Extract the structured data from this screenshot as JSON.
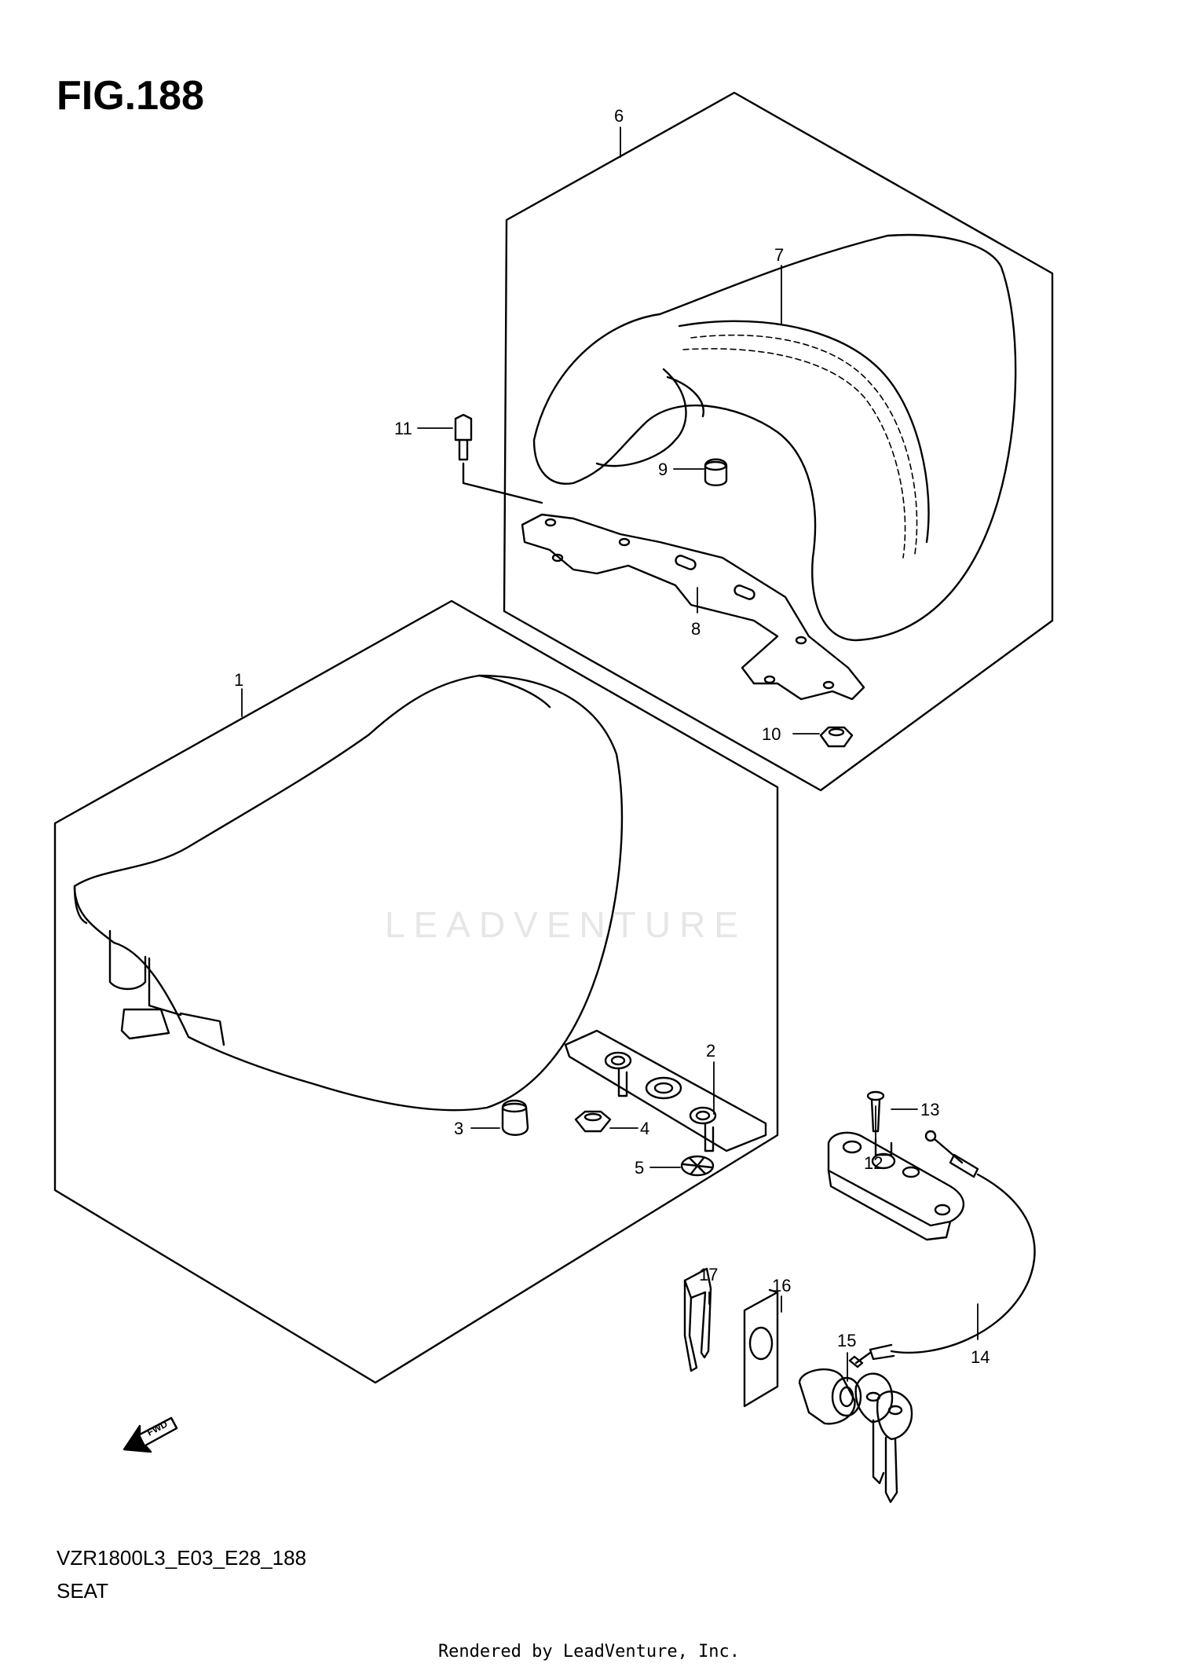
{
  "figure": {
    "title": "FIG.188"
  },
  "callouts": [
    {
      "id": "1",
      "text": "1"
    },
    {
      "id": "2",
      "text": "2"
    },
    {
      "id": "3",
      "text": "3"
    },
    {
      "id": "4",
      "text": "4"
    },
    {
      "id": "5",
      "text": "5"
    },
    {
      "id": "6",
      "text": "6"
    },
    {
      "id": "7",
      "text": "7"
    },
    {
      "id": "8",
      "text": "8"
    },
    {
      "id": "9",
      "text": "9"
    },
    {
      "id": "10",
      "text": "10"
    },
    {
      "id": "11",
      "text": "11"
    },
    {
      "id": "12",
      "text": "12"
    },
    {
      "id": "13",
      "text": "13"
    },
    {
      "id": "14",
      "text": "14"
    },
    {
      "id": "15",
      "text": "15"
    },
    {
      "id": "16",
      "text": "16"
    },
    {
      "id": "17",
      "text": "17"
    }
  ],
  "fwd_arrow": {
    "label": "FWD",
    "icon": "fwd-arrow-icon"
  },
  "watermark": {
    "text": "LEADVENTURE"
  },
  "diagram_code": "VZR1800L3_E03_E28_188",
  "diagram_name": "SEAT",
  "footer": "Rendered by LeadVenture, Inc."
}
